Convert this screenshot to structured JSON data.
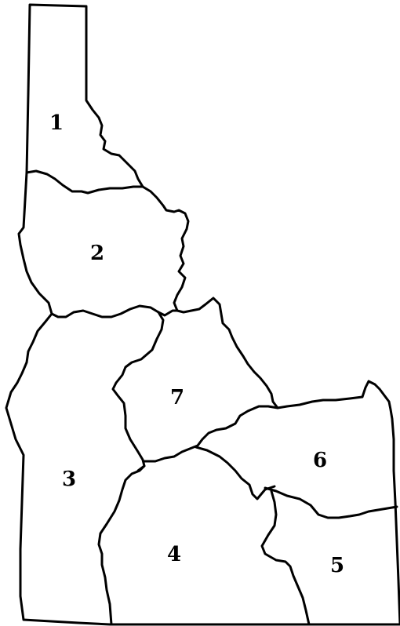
{
  "map": {
    "colors": {
      "background": "#ffffff",
      "outline": "#000000",
      "label": "#000000"
    },
    "regions": [
      {
        "id": "region-1",
        "label": "1"
      },
      {
        "id": "region-2",
        "label": "2"
      },
      {
        "id": "region-3",
        "label": "3"
      },
      {
        "id": "region-4",
        "label": "4"
      },
      {
        "id": "region-5",
        "label": "5"
      },
      {
        "id": "region-6",
        "label": "6"
      },
      {
        "id": "region-7",
        "label": "7"
      }
    ]
  }
}
